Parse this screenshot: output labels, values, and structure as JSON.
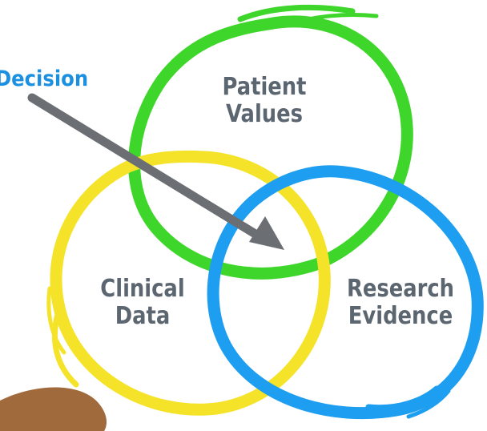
{
  "decision_label": "Decision",
  "circles": {
    "patient": {
      "line1": "Patient",
      "line2": "Values",
      "color": "#3ed62a"
    },
    "clinical": {
      "line1": "Clinical",
      "line2": "Data",
      "color": "#f5e32a"
    },
    "research": {
      "line1": "Research",
      "line2": "Evidence",
      "color": "#1e9ef0"
    }
  },
  "arrow_color": "#6b6f73",
  "label_color": "#5c6670",
  "decision_color": "#1b8fe0",
  "background_shape_color": "#a06a3c"
}
